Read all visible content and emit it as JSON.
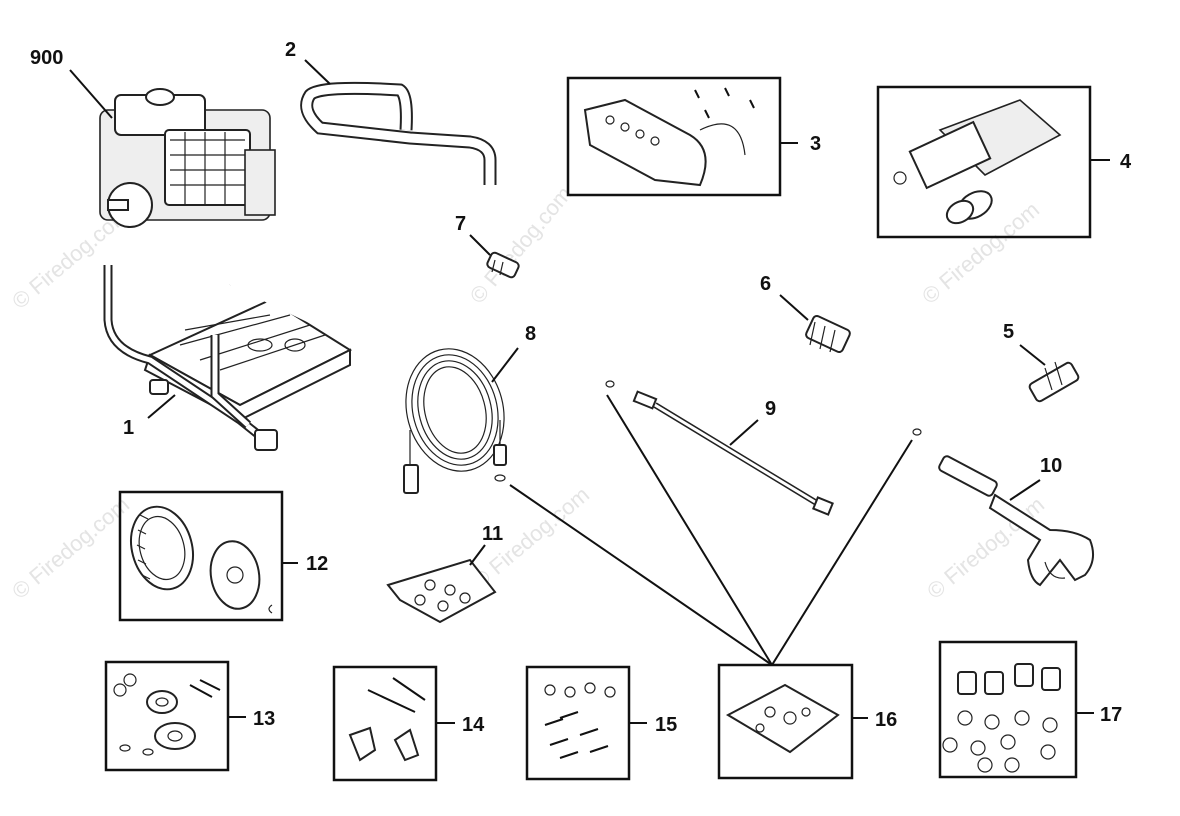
{
  "watermark": "© Firedog.com",
  "callouts": {
    "c900": "900",
    "c1": "1",
    "c2": "2",
    "c3": "3",
    "c4": "4",
    "c5": "5",
    "c6": "6",
    "c7": "7",
    "c8": "8",
    "c9": "9",
    "c10": "10",
    "c11": "11",
    "c12": "12",
    "c13": "13",
    "c14": "14",
    "c15": "15",
    "c16": "16",
    "c17": "17"
  }
}
